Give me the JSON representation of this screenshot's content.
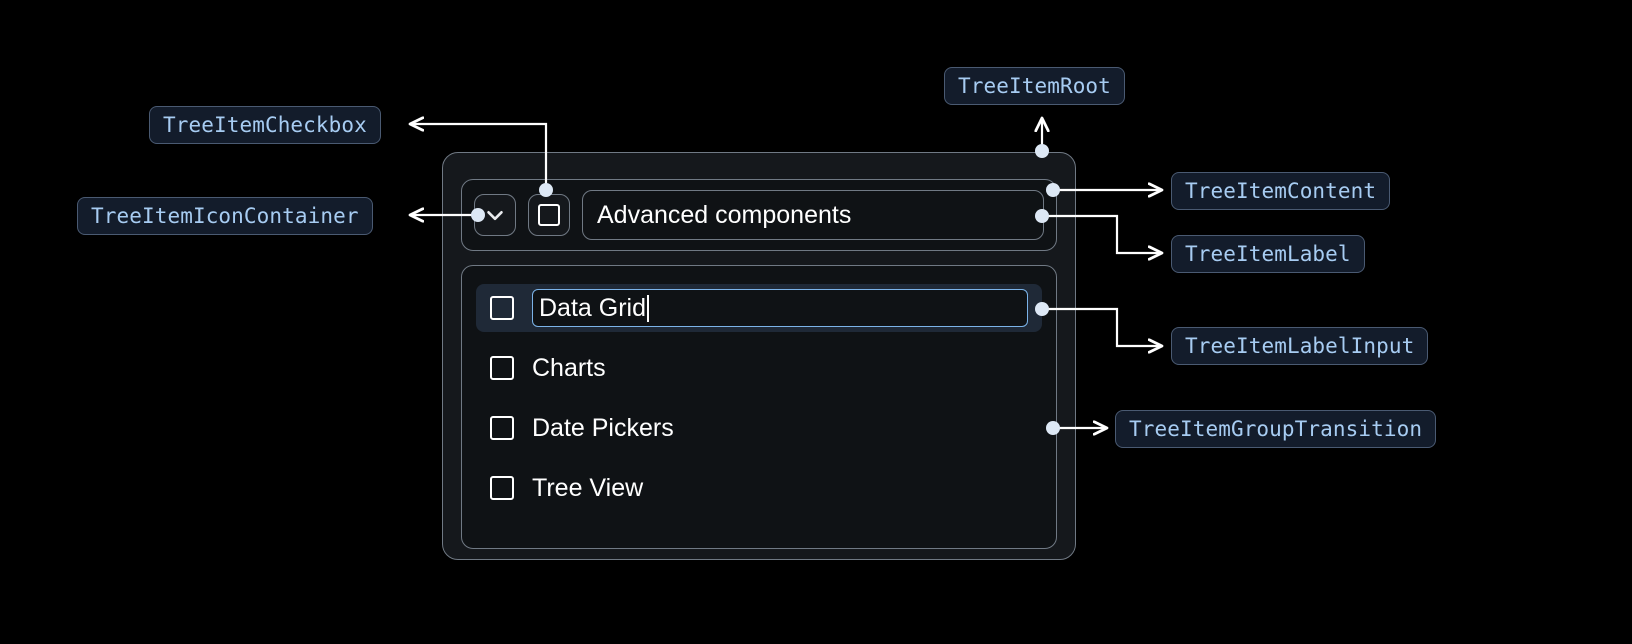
{
  "meta": {
    "background_color": "#000000",
    "chip_text_color": "#a7ccf2",
    "chip_bg_color": "#131c2b",
    "chip_border_color": "#4a5a72",
    "panel_border_color": "#707984",
    "accent_color": "#7bb3e8",
    "selected_row_color": "#1f2937"
  },
  "annotations": {
    "tree_item_root": "TreeItemRoot",
    "tree_item_checkbox": "TreeItemCheckbox",
    "tree_item_icon_container": "TreeItemIconContainer",
    "tree_item_content": "TreeItemContent",
    "tree_item_label": "TreeItemLabel",
    "tree_item_label_input": "TreeItemLabelInput",
    "tree_item_group_transition": "TreeItemGroupTransition"
  },
  "tree": {
    "root_item": {
      "label": "Advanced components",
      "expand_icon": "chevron-down-icon",
      "checkbox_checked": false
    },
    "children": [
      {
        "label": "Data Grid",
        "checkbox_checked": false,
        "editing": true,
        "selected": true
      },
      {
        "label": "Charts",
        "checkbox_checked": false,
        "editing": false,
        "selected": false
      },
      {
        "label": "Date Pickers",
        "checkbox_checked": false,
        "editing": false,
        "selected": false
      },
      {
        "label": "Tree View",
        "checkbox_checked": false,
        "editing": false,
        "selected": false
      }
    ]
  }
}
